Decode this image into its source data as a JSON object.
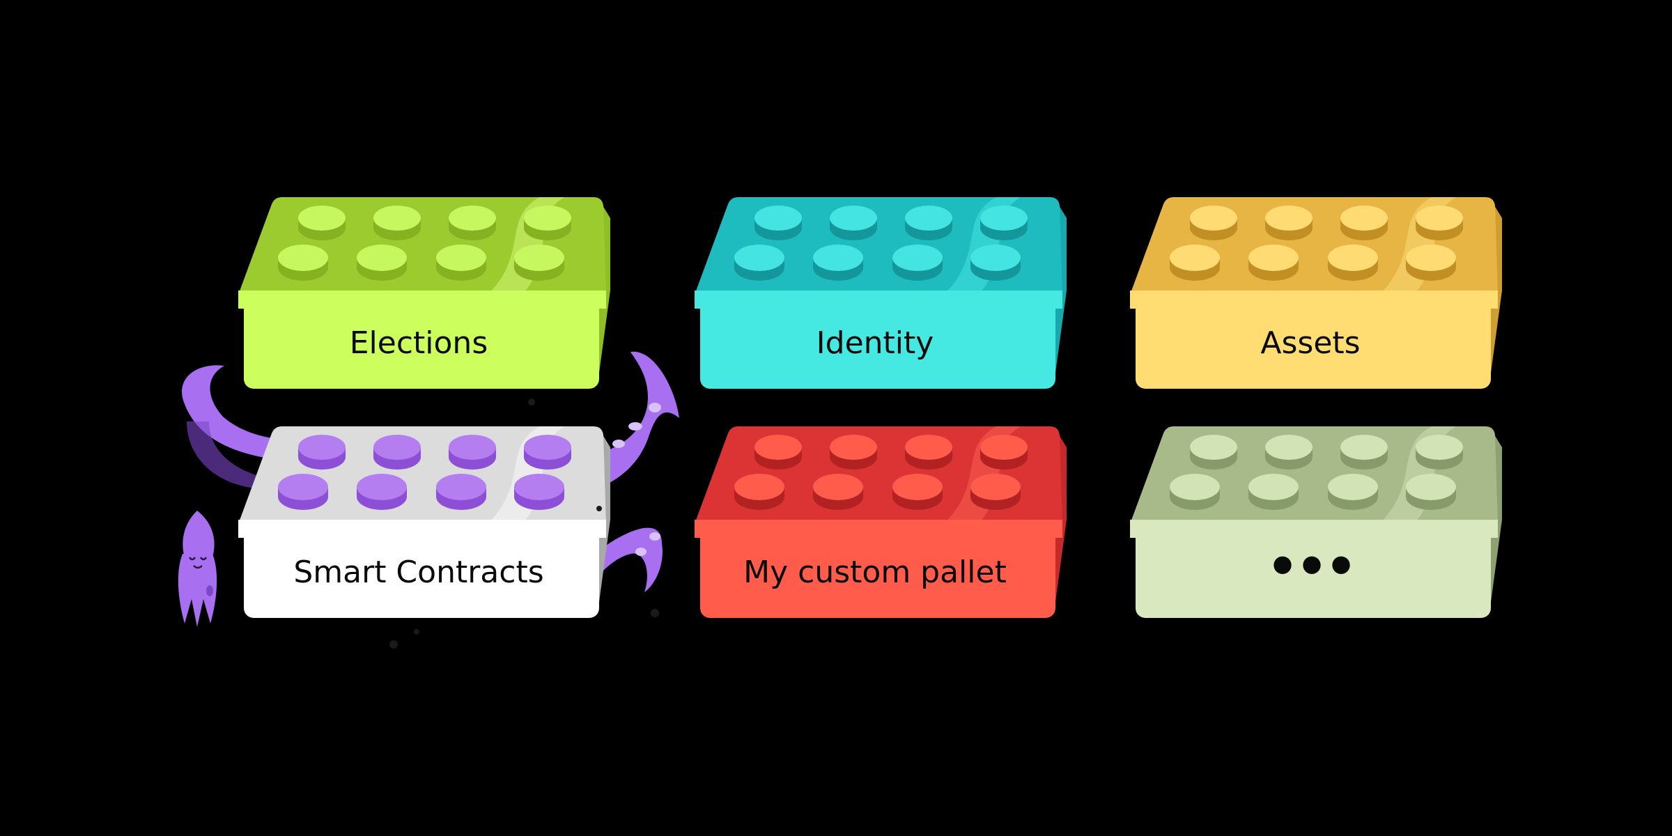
{
  "background_color": "#000000",
  "bricks": [
    {
      "id": "elections",
      "label": "Elections",
      "colors": {
        "front": "#ccff5e",
        "top": "#9ccb2f",
        "stud": "#c7f75e",
        "stud_side": "#86b120",
        "side": "#8fbf25",
        "highlight": "#bfe75c"
      }
    },
    {
      "id": "identity",
      "label": "Identity",
      "colors": {
        "front": "#46e8e2",
        "top": "#1fbcbf",
        "stud": "#44e4e2",
        "stud_side": "#13979b",
        "side": "#17a9ad",
        "highlight": "#36d6d6"
      }
    },
    {
      "id": "assets",
      "label": "Assets",
      "colors": {
        "front": "#ffdd72",
        "top": "#e6b544",
        "stud": "#ffdc73",
        "stud_side": "#c28f25",
        "side": "#cf9e30",
        "highlight": "#f2cd64"
      }
    },
    {
      "id": "smart-contracts",
      "label": "Smart Contracts",
      "colors": {
        "front": "#ffffff",
        "top": "#dcdcdc",
        "stud": "#b57ef0",
        "stud_side": "#8d4fd6",
        "side": "#a9a9a9",
        "highlight": "#efefef"
      }
    },
    {
      "id": "custom-pallet",
      "label": "My custom pallet",
      "colors": {
        "front": "#ff5c4c",
        "top": "#dc3434",
        "stud": "#ff5c4c",
        "stud_side": "#b32222",
        "side": "#c52a2a",
        "highlight": "#ee5048"
      }
    },
    {
      "id": "more",
      "label": "•••",
      "colors": {
        "front": "#dae8bf",
        "top": "#a8b98a",
        "stud": "#d2e3b5",
        "stud_side": "#879a69",
        "side": "#8fa071",
        "highlight": "#c0d1a2"
      }
    }
  ],
  "mascot": {
    "icon": "squid-icon",
    "color": "#a86ff0",
    "shade": "#7d47c9"
  }
}
